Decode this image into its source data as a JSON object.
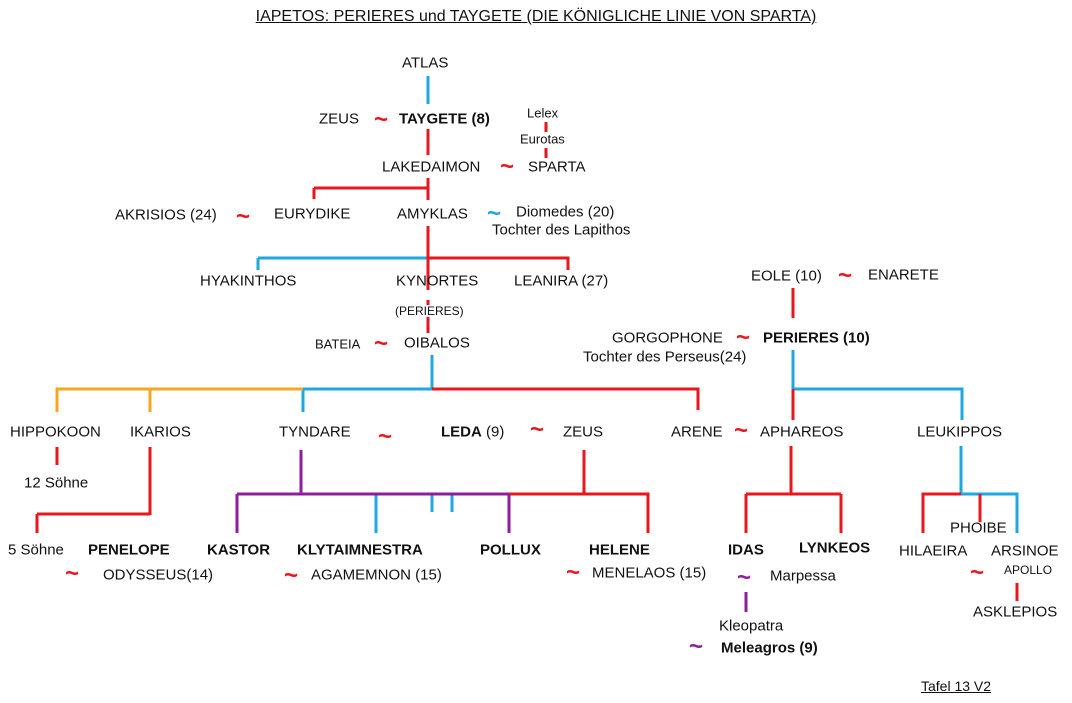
{
  "title": "IAPETOS: PERIERES und TAYGETE (DIE KÖNIGLICHE LINIE VON SPARTA)",
  "footer": "Tafel 13 V2",
  "marriage_symbol": "~",
  "colors": {
    "red": "#e8161d",
    "blue": "#1ea7e0",
    "orange": "#f5a623",
    "purple": "#8e1e9c"
  },
  "people": {
    "atlas": "ATLAS",
    "zeus1": "ZEUS",
    "taygete": "TAYGETE (8)",
    "lelex": "Lelex",
    "eurotas": "Eurotas",
    "sparta": "SPARTA",
    "lakedaimon": "LAKEDAIMON",
    "akrisios": "AKRISIOS (24)",
    "eurydike": "EURYDIKE",
    "amyklas": "AMYKLAS",
    "diomedes": "Diomedes (20)",
    "diomedes_note": "Tochter des Lapithos",
    "hyakinthos": "HYAKINTHOS",
    "kynortes": "KYNORTES",
    "leanira": "LEANIRA (27)",
    "perieres_paren": "(PERIERES)",
    "bateia": "BATEIA",
    "oibalos": "OIBALOS",
    "eole": "EOLE  (10)",
    "enarete": "ENARETE",
    "gorgophone": "GORGOPHONE",
    "perieres": "PERIERES (10)",
    "gorgophone_note": "Tochter des Perseus(24)",
    "hippokoon": "HIPPOKOON",
    "ikarios": "IKARIOS",
    "tyndare": "TYNDARE",
    "leda": "LEDA",
    "leda_num": " (9)",
    "zeus2": "ZEUS",
    "arene": "ARENE",
    "aphareos": "APHAREOS",
    "leukippos": "LEUKIPPOS",
    "soehne12": "12 Söhne",
    "soehne5": "5 Söhne",
    "penelope": "PENELOPE",
    "kastor": "KASTOR",
    "klytaimnestra": "KLYTAIMNESTRA",
    "pollux": "POLLUX",
    "helene": "HELENE",
    "idas": "IDAS",
    "lynkeos": "LYNKEOS",
    "phoibe": "PHOIBE",
    "hilaeira": "HILAEIRA",
    "arsinoe": "ARSINOE",
    "odysseus": "ODYSSEUS(14)",
    "agamemnon": "AGAMEMNON (15)",
    "menelaos": "MENELAOS (15)",
    "marpessa": "Marpessa",
    "apollo": "APOLLO",
    "kleopatra": "Kleopatra",
    "meleagros": "Meleagros (9)",
    "asklepios": "ASKLEPIOS"
  }
}
